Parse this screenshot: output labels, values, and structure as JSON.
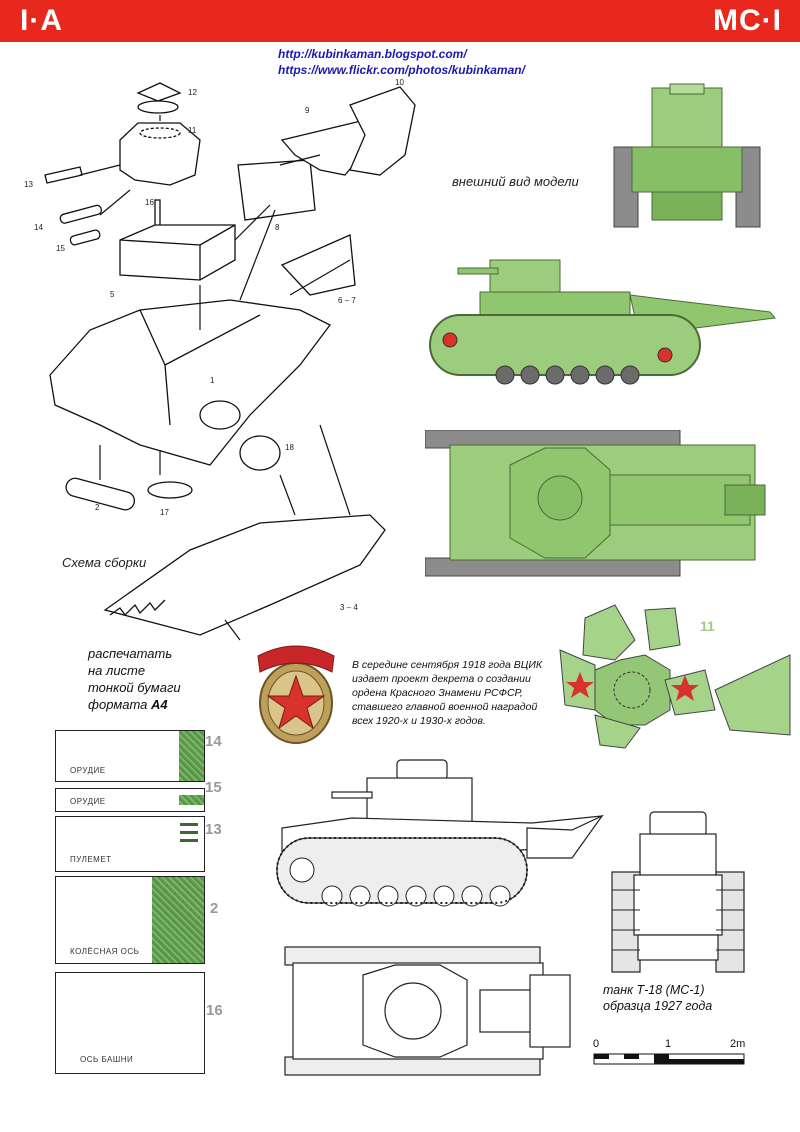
{
  "header": {
    "left_code": "I·A",
    "right_code": "MC·I",
    "color": "#e8281c"
  },
  "urls": {
    "blog": "http://kubinkaman.blogspot.com/",
    "flickr": "https://www.flickr.com/photos/kubinkaman/"
  },
  "captions": {
    "external_view": "внешний вид модели",
    "assembly": "Схема сборки",
    "tank": [
      "танк Т-18 (МС-1)",
      "образца 1927 года"
    ]
  },
  "print_note": {
    "lines": [
      "распечатать",
      "на листе",
      "тонкой бумаги",
      "формата "
    ],
    "format": "A4"
  },
  "order_desc": [
    "В середине сентября 1918 года ВЦИК",
    "издает проект декрета о создании",
    "ордена Красного Знамени РСФСР,",
    "ставшего главной военной наградой",
    "всех 1920-х и 1930-х годов."
  ],
  "strips": [
    {
      "label": "ОРУДИЕ",
      "num": "14"
    },
    {
      "label": "ОРУДИЕ",
      "num": "15"
    },
    {
      "label": "ПУЛЕМЕТ",
      "num": "13"
    },
    {
      "label": "КОЛЁСНАЯ ОСЬ",
      "num": "2"
    },
    {
      "label": "ОСЬ БАШНИ",
      "num": "16"
    }
  ],
  "part11": "11",
  "assembly_labels": [
    "12",
    "11",
    "10",
    "9",
    "13",
    "16",
    "14",
    "15",
    "8",
    "5",
    "6 – 7",
    "1",
    "18",
    "17",
    "2",
    "3 – 4"
  ],
  "scale": {
    "ticks": [
      "0",
      "1",
      "2m"
    ]
  },
  "colors": {
    "model_green": "#8fc66e",
    "grass": "#6aa858",
    "red_star": "#d8332a"
  }
}
